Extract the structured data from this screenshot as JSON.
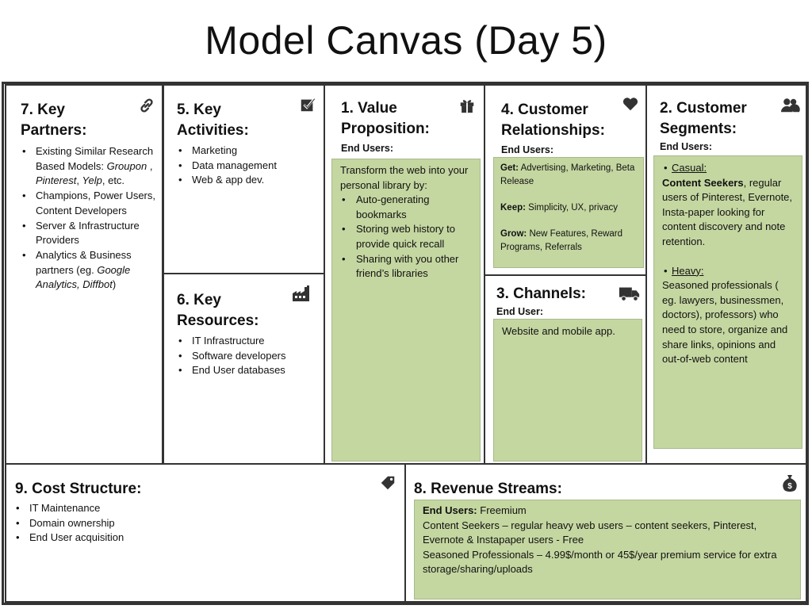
{
  "title": "Model Canvas (Day 5)",
  "key_partners": {
    "title": "7. Key Partners:",
    "icon": "link-icon",
    "items": [
      "Existing Similar Research Based Models: Groupon , Pinterest, Yelp, etc.",
      "Champions, Power Users, Content Developers",
      "Server & Infrastructure Providers",
      "Analytics & Business partners (eg. Google Analytics, Diffbot)"
    ]
  },
  "key_activities": {
    "title": "5. Key Activities:",
    "icon": "checkbox-icon",
    "items": [
      "Marketing",
      "Data  management",
      "Web & app dev."
    ]
  },
  "key_resources": {
    "title": "6. Key Resources:",
    "icon": "factory-icon",
    "items": [
      "IT Infrastructure",
      "Software developers",
      "End User databases"
    ]
  },
  "value_proposition": {
    "title": "1. Value Proposition:",
    "icon": "gift-icon",
    "subtitle": "End Users:",
    "intro": "Transform the web into your personal library by:",
    "items": [
      "Auto-generating bookmarks",
      "Storing web history to provide quick recall",
      "Sharing with you  other friend’s libraries"
    ]
  },
  "customer_relationships": {
    "title": "4. Customer Relationships:",
    "icon": "heart-icon",
    "subtitle": "End Users:",
    "get_label": "Get:",
    "get_text": "Advertising, Marketing, Beta Release",
    "keep_label": "Keep:",
    "keep_text": "Simplicity, UX, privacy",
    "grow_label": "Grow:",
    "grow_text": "New Features, Reward Programs, Referrals"
  },
  "channels": {
    "title": "3. Channels:",
    "icon": "truck-icon",
    "subtitle": "End User:",
    "text": "Website and mobile app."
  },
  "customer_segments": {
    "title": "2. Customer Segments:",
    "icon": "people-icon",
    "subtitle": "End Users:",
    "casual_label": "Casual:",
    "casual_bold": "Content Seekers",
    "casual_text": ", regular users of Pinterest, Evernote,  Insta-paper looking for content discovery and note retention.",
    "heavy_label": "Heavy:",
    "heavy_text": "Seasoned professionals ( eg. lawyers, businessmen, doctors), professors) who need to store, organize and share links, opinions and out-of-web content"
  },
  "cost_structure": {
    "title": "9. Cost Structure:",
    "icon": "price-tag-icon",
    "items": [
      "IT Maintenance",
      "Domain ownership",
      "End User acquisition"
    ]
  },
  "revenue_streams": {
    "title": "8. Revenue Streams:",
    "icon": "money-bag-icon",
    "line1_bold": "End Users:",
    "line1_text": " Freemium",
    "line2": "Content Seekers – regular heavy web users – content seekers, Pinterest, Evernote & Instapaper users - Free",
    "line3": "Seasoned Professionals –  4.99$/month or 45$/year  premium service for extra storage/sharing/uploads"
  },
  "colors": {
    "note_fill": "#c5d7a1",
    "border": "#333333"
  }
}
